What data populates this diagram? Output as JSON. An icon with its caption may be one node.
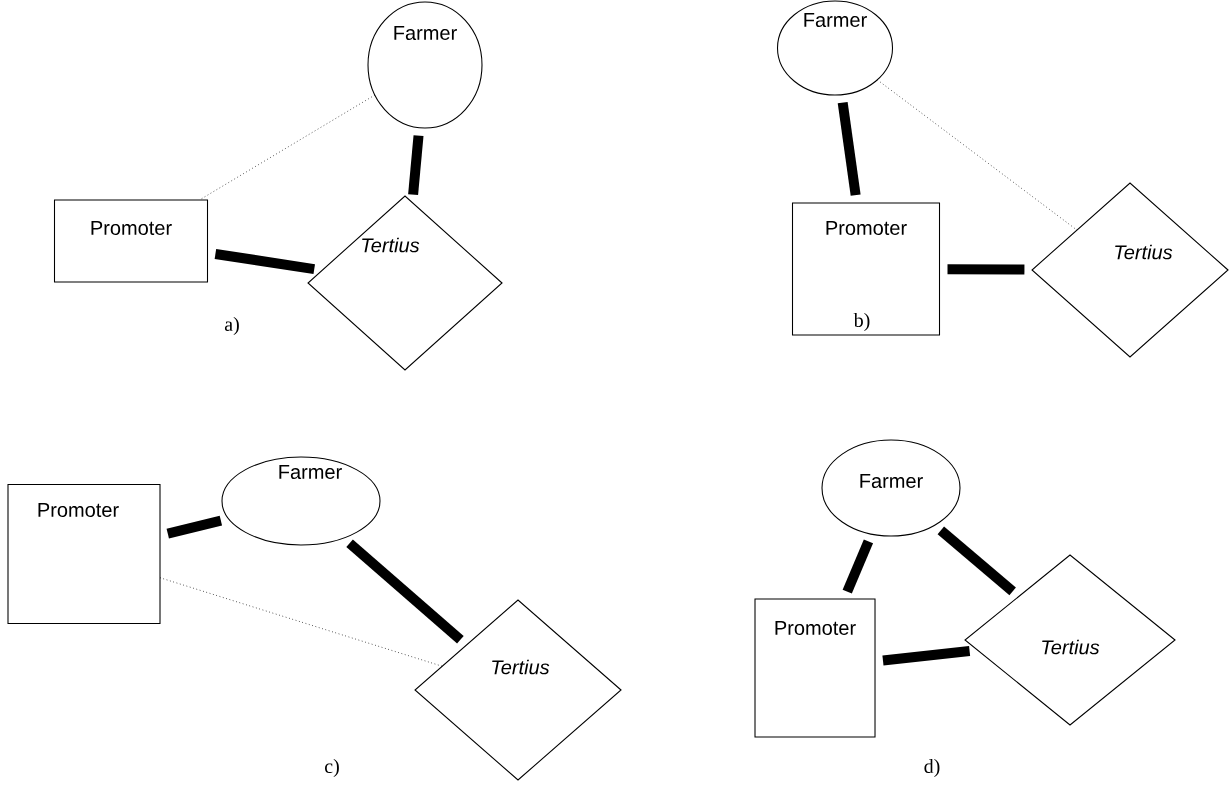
{
  "diagram": {
    "nodes": [
      {
        "text": [
          "Farmer"
        ]
      },
      {
        "text": [
          "Promoter"
        ]
      },
      {
        "text": [
          "Tertius"
        ]
      },
      {
        "text": [
          "Farmer"
        ]
      },
      {
        "text": [
          "Promoter"
        ]
      },
      {
        "text": [
          "Tertius"
        ]
      },
      {
        "text": [
          "Farmer"
        ]
      },
      {
        "text": [
          "Promoter"
        ]
      },
      {
        "text": [
          "Tertius"
        ]
      },
      {
        "text": [
          "Farmer"
        ]
      },
      {
        "text": [
          "Promoter"
        ]
      },
      {
        "text": [
          "Tertius"
        ]
      }
    ],
    "edges": [
      {
        "from": 0,
        "to": 2,
        "arrow": "none"
      },
      {
        "from": 1,
        "to": 2,
        "arrow": "none"
      },
      {
        "from": 0,
        "to": 1,
        "arrow": "none",
        "style": "dashed"
      },
      {
        "from": 3,
        "to": 4,
        "arrow": "none"
      },
      {
        "from": 4,
        "to": 5,
        "arrow": "none"
      },
      {
        "from": 3,
        "to": 5,
        "arrow": "none",
        "style": "dashed"
      },
      {
        "from": 7,
        "to": 6,
        "arrow": "none"
      },
      {
        "from": 6,
        "to": 8,
        "arrow": "none"
      },
      {
        "from": 7,
        "to": 8,
        "arrow": "none",
        "style": "dashed"
      },
      {
        "from": 9,
        "to": 10,
        "arrow": "none"
      },
      {
        "from": 9,
        "to": 11,
        "arrow": "none"
      },
      {
        "from": 10,
        "to": 11,
        "arrow": "none"
      }
    ],
    "labels": [
      "a)",
      "b)",
      "c)",
      "d)"
    ]
  }
}
